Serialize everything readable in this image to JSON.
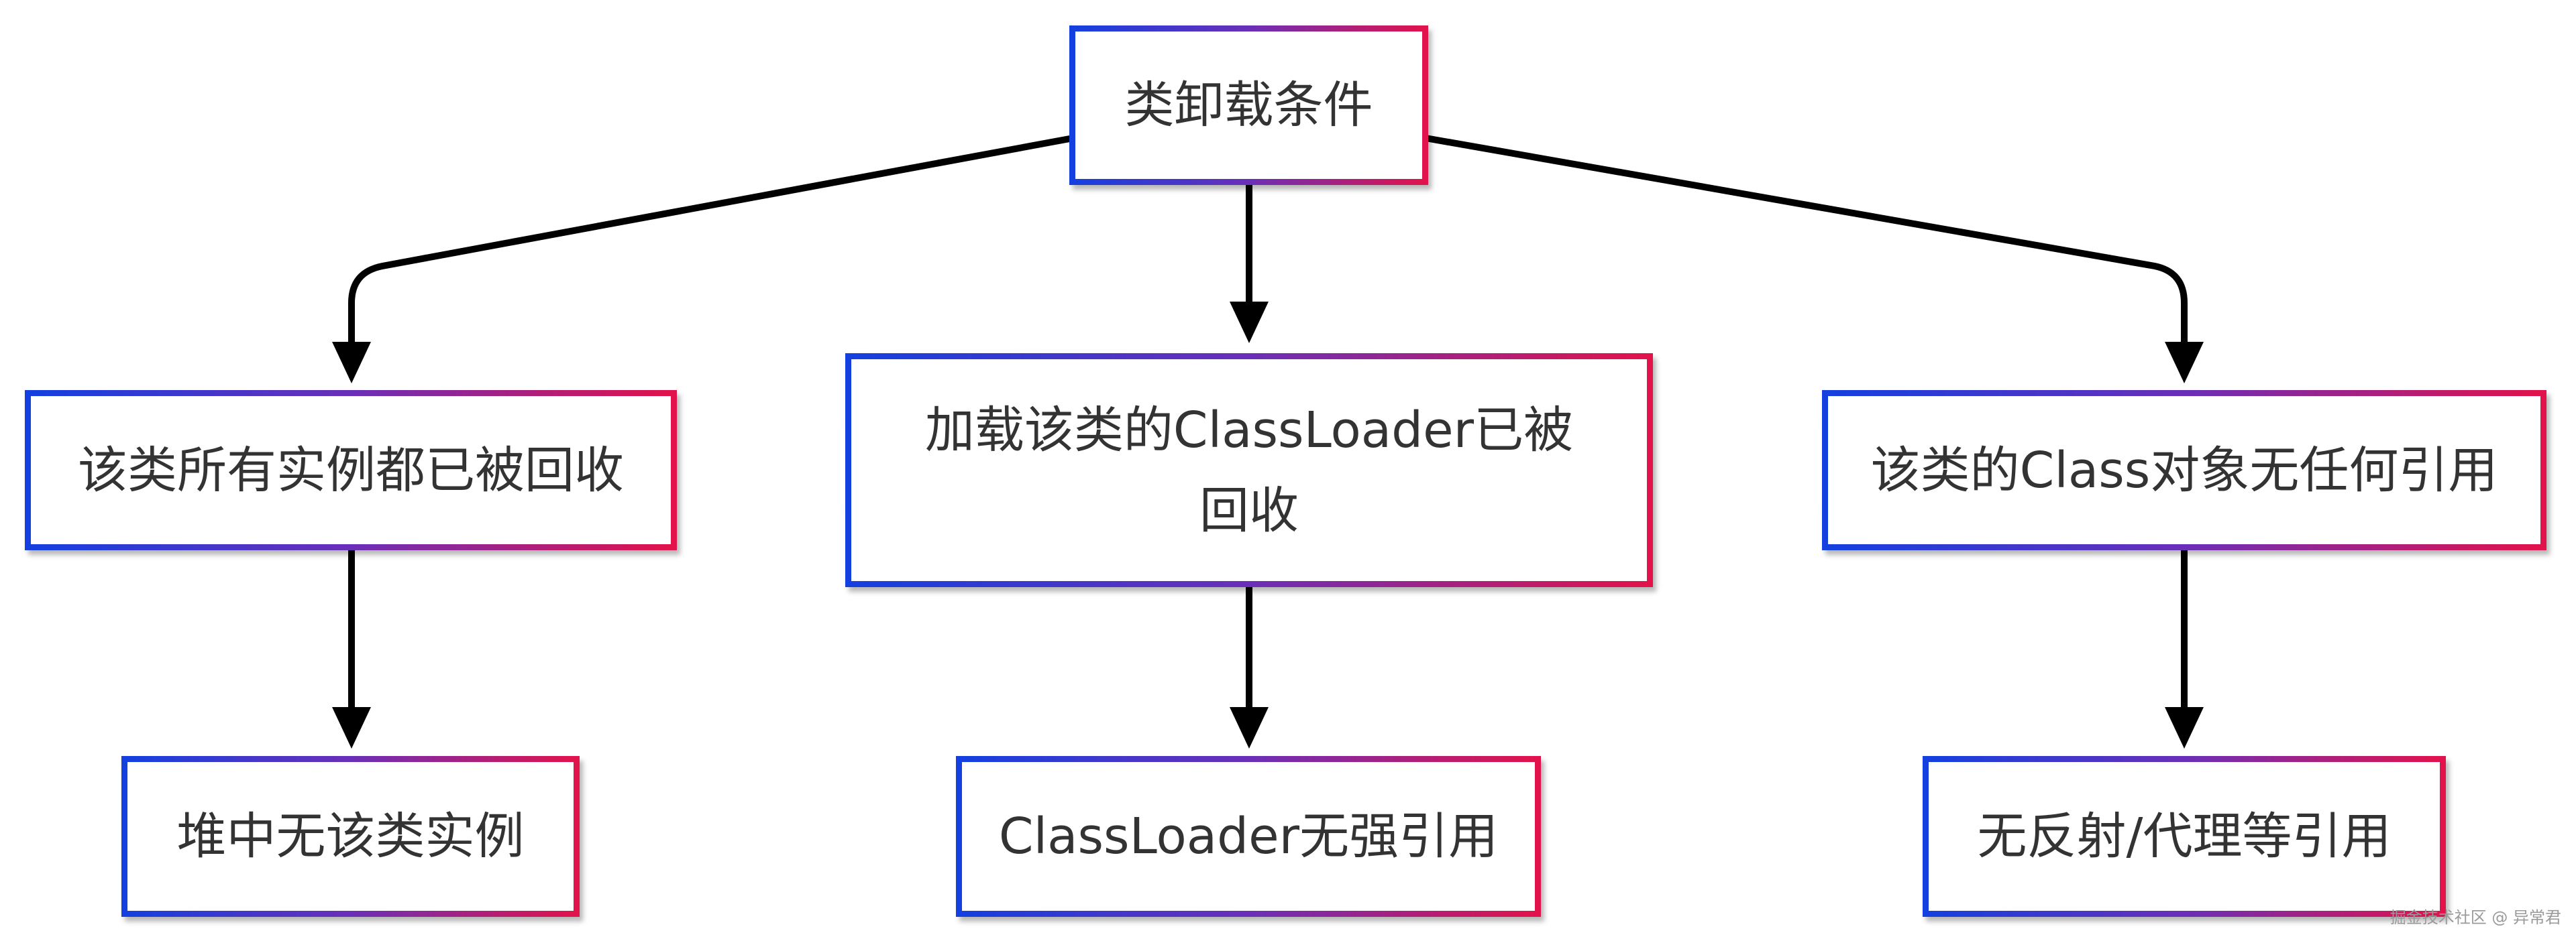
{
  "diagram": {
    "root": {
      "label": "类卸载条件"
    },
    "conditions": [
      {
        "label": "该类所有实例都已被回收"
      },
      {
        "label": "加载该类的ClassLoader已被回收"
      },
      {
        "label": "该类的Class对象无任何引用"
      }
    ],
    "details": [
      {
        "label": "堆中无该类实例"
      },
      {
        "label": "ClassLoader无强引用"
      },
      {
        "label": "无反射/代理等引用"
      }
    ],
    "edges": [
      {
        "from": "root",
        "to": "condition-1"
      },
      {
        "from": "root",
        "to": "condition-2"
      },
      {
        "from": "root",
        "to": "condition-3"
      },
      {
        "from": "condition-1",
        "to": "detail-1"
      },
      {
        "from": "condition-2",
        "to": "detail-2"
      },
      {
        "from": "condition-3",
        "to": "detail-3"
      }
    ],
    "colors": {
      "border_start": "#1340e0",
      "border_mid": "#6a2fb8",
      "border_end": "#e3124a",
      "edge": "#000000",
      "text": "#333333"
    }
  },
  "watermark": {
    "text": "掘金技术社区 @ 异常君"
  }
}
